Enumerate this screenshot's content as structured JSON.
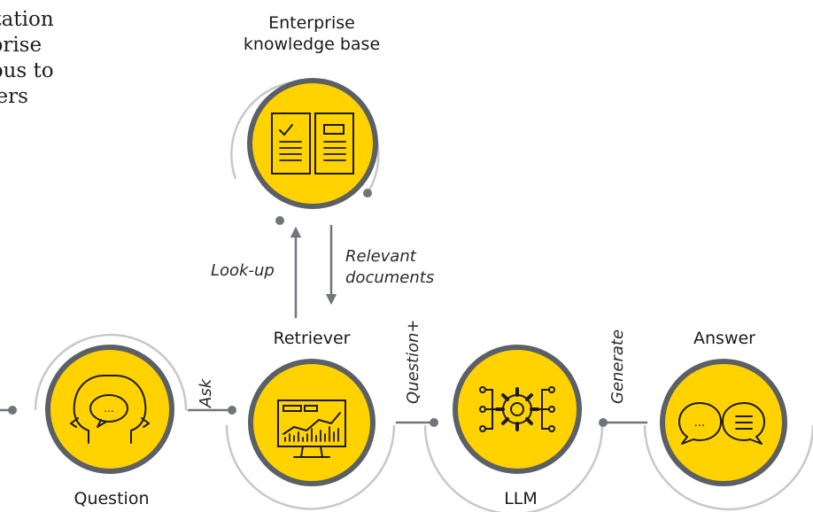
{
  "intro_lines": [
    "entation",
    "erprise",
    "orpus to",
    "swers"
  ],
  "nodes": {
    "knowledge_base": {
      "label_line1": "Enterprise",
      "label_line2": "knowledge base"
    },
    "question": {
      "label": "Question"
    },
    "retriever": {
      "label": "Retriever"
    },
    "llm": {
      "label": "LLM"
    },
    "answer": {
      "label": "Answer"
    }
  },
  "edges": {
    "lookup": "Look-up",
    "relevant_line1": "Relevant",
    "relevant_line2": "documents",
    "ask": "Ask",
    "question_plus": "Question+",
    "generate": "Generate"
  },
  "icons": {
    "knowledge_base": "open-book-icon",
    "question": "two-heads-speech-icon",
    "retriever": "dashboard-chart-icon",
    "llm": "gear-network-icon",
    "answer": "chat-bubbles-icon",
    "ellipsis": "..."
  },
  "colors": {
    "node_fill": "#FFD200",
    "ring": "#5b5f66",
    "outer_ring": "#c6c8cc",
    "line": "#70757c",
    "icon_stroke": "#1a1a1a"
  }
}
